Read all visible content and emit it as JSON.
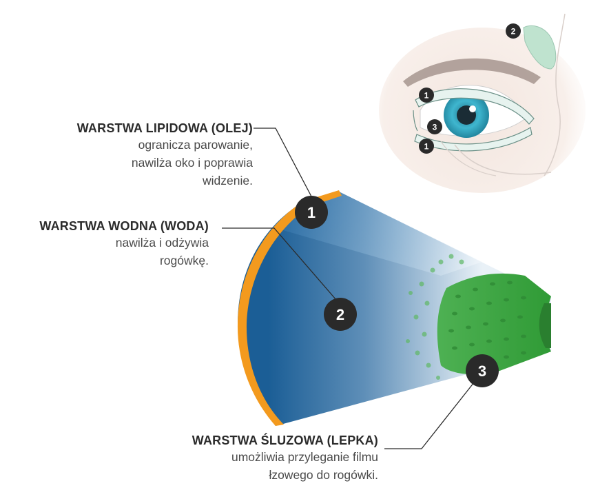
{
  "layers": [
    {
      "number": "1",
      "title": "WARSTWA LIPIDOWA (OLEJ)",
      "description": "ogranicza parowanie,\nnawilża oko i poprawia\nwidzenie."
    },
    {
      "number": "2",
      "title": "WARSTWA WODNA (WODA)",
      "description": "nawilża i odżywia\nrogówkę."
    },
    {
      "number": "3",
      "title": "WARSTWA ŚLUZOWA (LEPKA)",
      "description": "umożliwia przyleganie filmu\nłzowego do rogówki."
    }
  ],
  "eye_markers": [
    "1",
    "2",
    "3",
    "1"
  ],
  "colors": {
    "lipid": "#f39a1e",
    "water_dark": "#1b5e96",
    "water_light": "#cfe2ef",
    "mucus": "#3aa43e",
    "marker": "#2a2a2a",
    "leader": "#2b2b2b"
  }
}
